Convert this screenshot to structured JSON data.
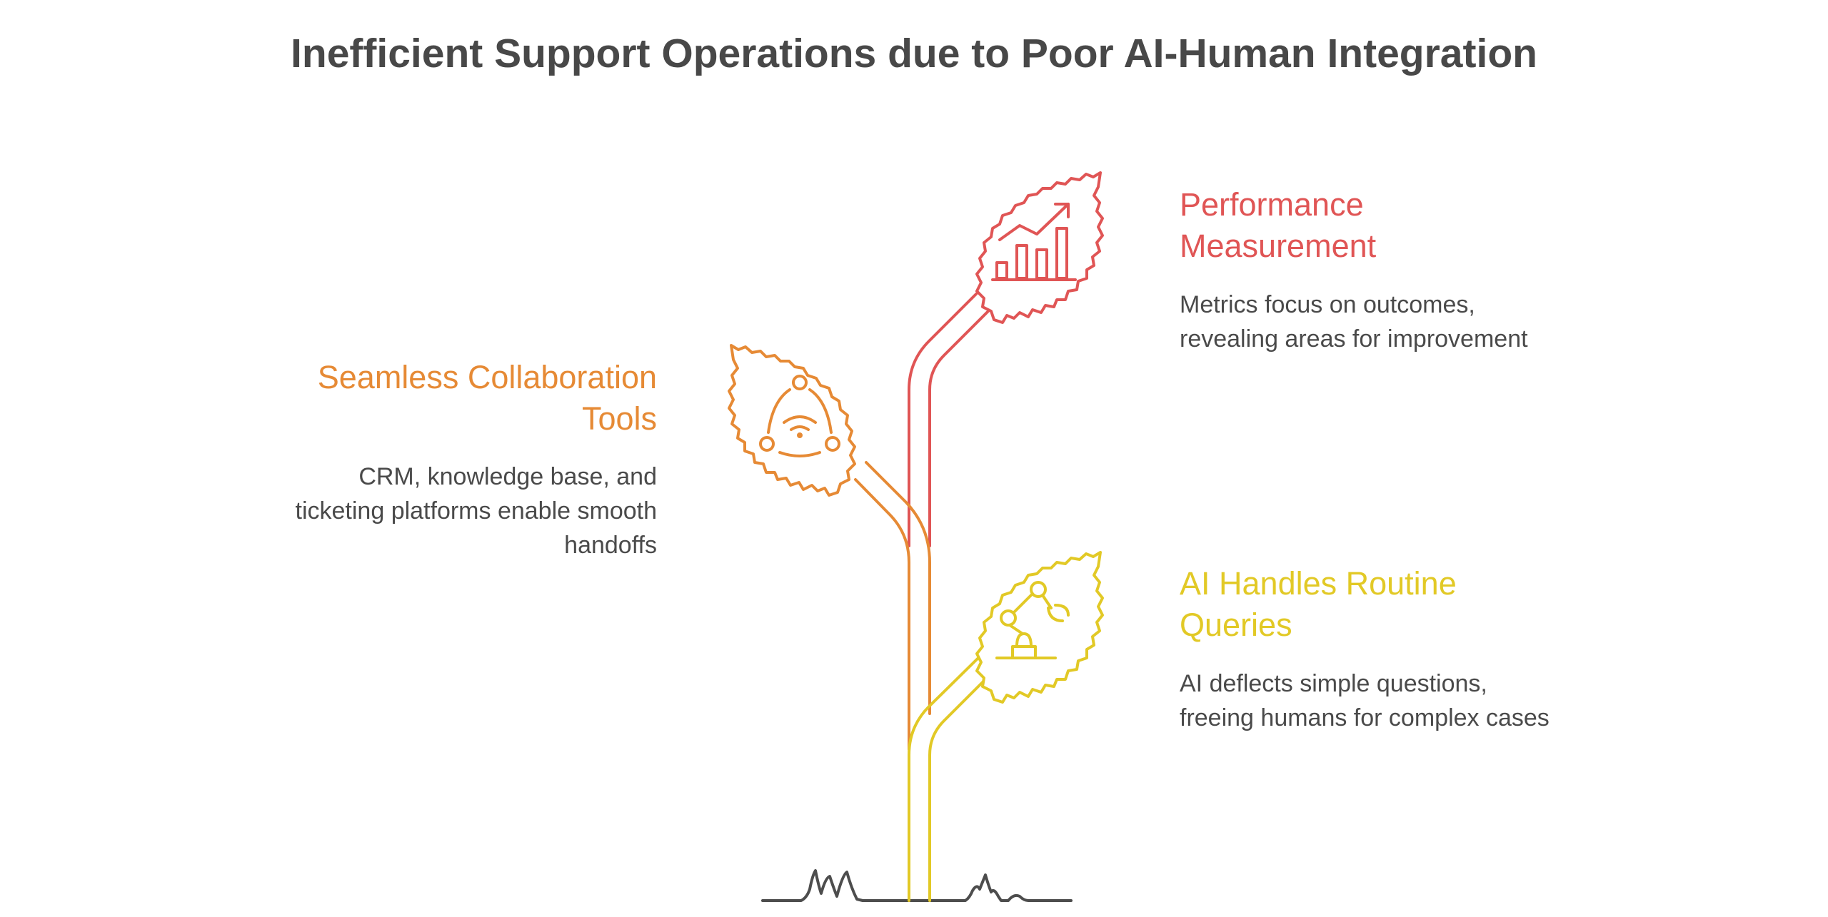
{
  "title": "Inefficient Support Operations due to Poor AI-Human Integration",
  "colors": {
    "red": "#e05555",
    "orange": "#e68a35",
    "yellow": "#e2c926",
    "ground": "#4d4d4d",
    "text": "#4a4a4a"
  },
  "items": [
    {
      "heading_line1": "Performance",
      "heading_line2": "Measurement",
      "desc_line1": "Metrics focus on outcomes,",
      "desc_line2": "revealing areas for improvement",
      "icon": "bar-chart-trend-icon"
    },
    {
      "heading_line1": "Seamless Collaboration",
      "heading_line2": "Tools",
      "desc_line1": "CRM, knowledge base, and",
      "desc_line2": "ticketing platforms enable smooth",
      "desc_line3": "handoffs",
      "icon": "wireless-network-icon"
    },
    {
      "heading_line1": "AI Handles Routine",
      "heading_line2": "Queries",
      "desc_line1": "AI deflects simple questions,",
      "desc_line2": "freeing humans for complex cases",
      "icon": "robot-arm-icon"
    }
  ]
}
